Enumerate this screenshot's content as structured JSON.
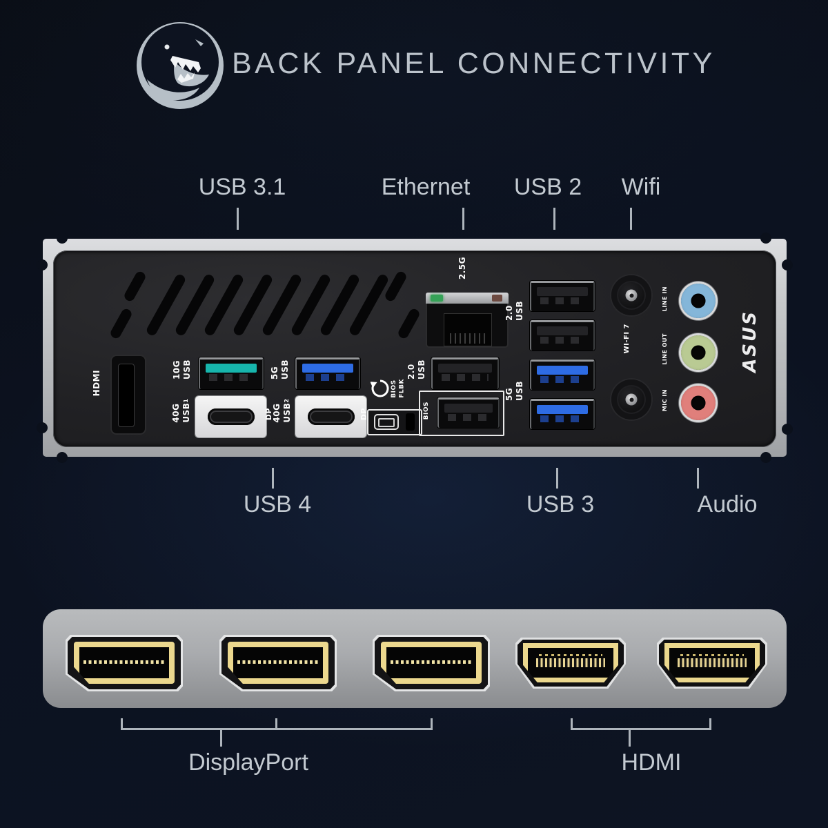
{
  "title": "BACK PANEL CONNECTIVITY",
  "logo": {
    "name": "trex-logo"
  },
  "colors": {
    "usb_10g_teal": "#17b5ac",
    "usb3_blue": "#2e6ce4",
    "usb2_black": "#232326",
    "line_in_blue": "#84b6d9",
    "line_out_green": "#b9ca93",
    "mic_in_red": "#e07f7b",
    "connector_gold": "#ecd88e",
    "eth_led_green": "#35a257",
    "eth_led_amber": "#6d4a41",
    "label_gray": "#c3cad1",
    "panel_silver": "#c6c8ca"
  },
  "callouts": {
    "top": [
      {
        "label": "USB 3.1"
      },
      {
        "label": "Ethernet"
      },
      {
        "label": "USB 2"
      },
      {
        "label": "Wifi"
      }
    ],
    "bottom": [
      {
        "label": "USB 4"
      },
      {
        "label": "USB 3"
      },
      {
        "label": "Audio"
      }
    ],
    "video": [
      {
        "label": "DisplayPort"
      },
      {
        "label": "HDMI"
      }
    ]
  },
  "io_panel": {
    "hdmi_label": "HDMI",
    "usb_10g": {
      "line1": "10G",
      "line2": "USB"
    },
    "usb_5g": {
      "line1": "5G",
      "line2": "USB"
    },
    "usb4_1": {
      "line1": "40G",
      "line2": "USB",
      "sub": "1"
    },
    "usb4_2": {
      "line1": "40G",
      "line2": "USB",
      "sub": "2"
    },
    "dp_alt_1": "DP",
    "dp_alt_2": "DP",
    "bios_flbk": {
      "line1": "BIOS",
      "line2": "FLBK"
    },
    "bios_port": "BIOS",
    "usb_20_mid": {
      "line1": "2.0",
      "line2": "USB"
    },
    "eth_speed": "2.5G",
    "usb_20_right": {
      "line1": "2.0",
      "line2": "USB"
    },
    "usb_5g_right": {
      "line1": "5G",
      "line2": "USB"
    },
    "wifi": "WI-FI 7",
    "audio": {
      "line_in": "LINE IN",
      "line_out": "LINE OUT",
      "mic_in": "MIC IN"
    },
    "brand": "ASUS"
  }
}
